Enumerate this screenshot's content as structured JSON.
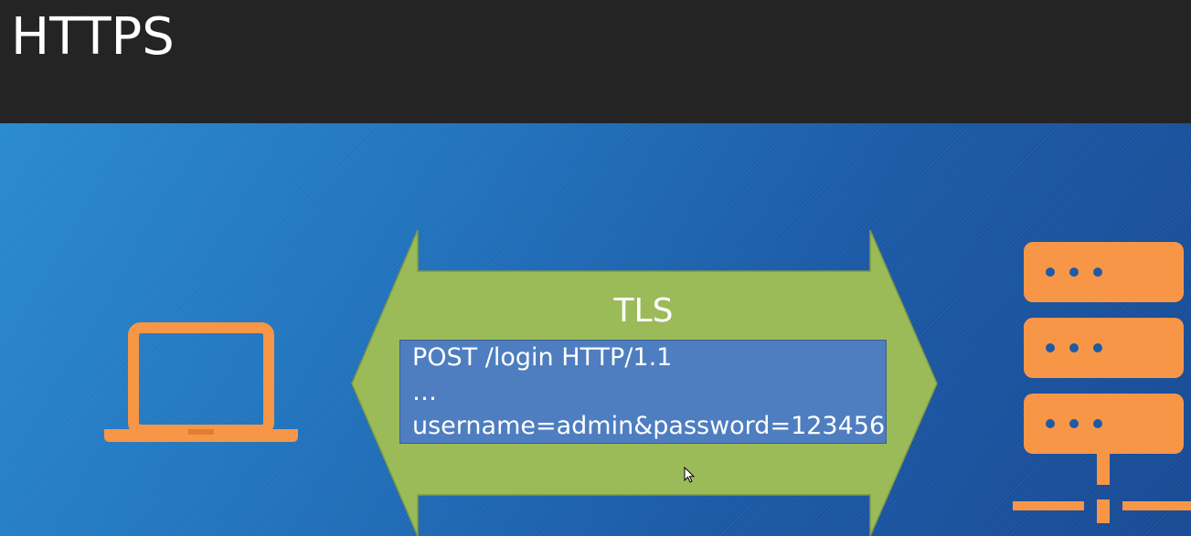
{
  "slide": {
    "title": "HTTPS"
  },
  "diagram": {
    "channel_label": "TLS",
    "request_lines": [
      "POST /login HTTP/1.1",
      "…",
      "username=admin&password=123456"
    ],
    "client_icon": "laptop-icon",
    "server_icon": "server-icon",
    "channel_icon": "double-arrow"
  },
  "colors": {
    "title_bar": "#242424",
    "background": "#2272bc",
    "arrow": "#9bbb59",
    "packet_box": "#4e7ec0",
    "icon_orange": "#f79646",
    "text": "#ffffff"
  }
}
